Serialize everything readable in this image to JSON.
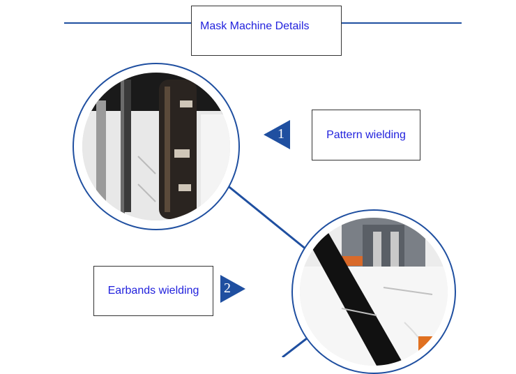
{
  "header": {
    "title": "Mask Machine Details"
  },
  "steps": [
    {
      "number": "1",
      "label": "Pattern wielding"
    },
    {
      "number": "2",
      "label": "Earbands wielding"
    }
  ],
  "colors": {
    "accent": "#1f4fa0",
    "label_text": "#2222dd"
  }
}
